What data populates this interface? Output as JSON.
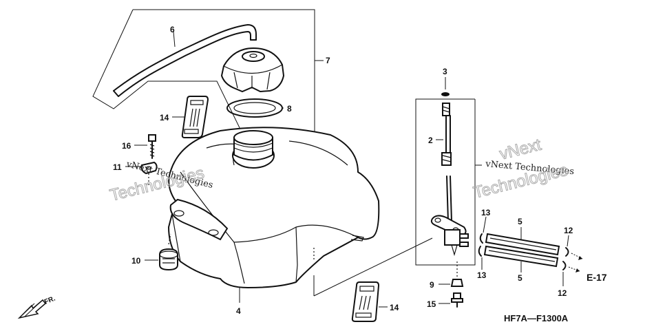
{
  "diagram": {
    "part_labels": {
      "p2": "2",
      "p3": "3",
      "p4": "4",
      "p5a": "5",
      "p5b": "5",
      "p6": "6",
      "p7": "7",
      "p8": "8",
      "p9": "9",
      "p10": "10",
      "p11": "11",
      "p12a": "12",
      "p12b": "12",
      "p13a": "13",
      "p13b": "13",
      "p14a": "14",
      "p14b": "14",
      "p15": "15",
      "p16": "16"
    },
    "reference": "E-17",
    "direction": "FR.",
    "diagram_code": "HF7A—F1300A"
  },
  "watermarks": {
    "left_small": "vNext Technologies",
    "left_big": "Technologies",
    "right_small": "vNext Technologies",
    "right_big_top": "vNext",
    "right_big_bottom": "Technologies"
  },
  "colors": {
    "line": "#111111",
    "watermark": "#aaaaaa"
  }
}
